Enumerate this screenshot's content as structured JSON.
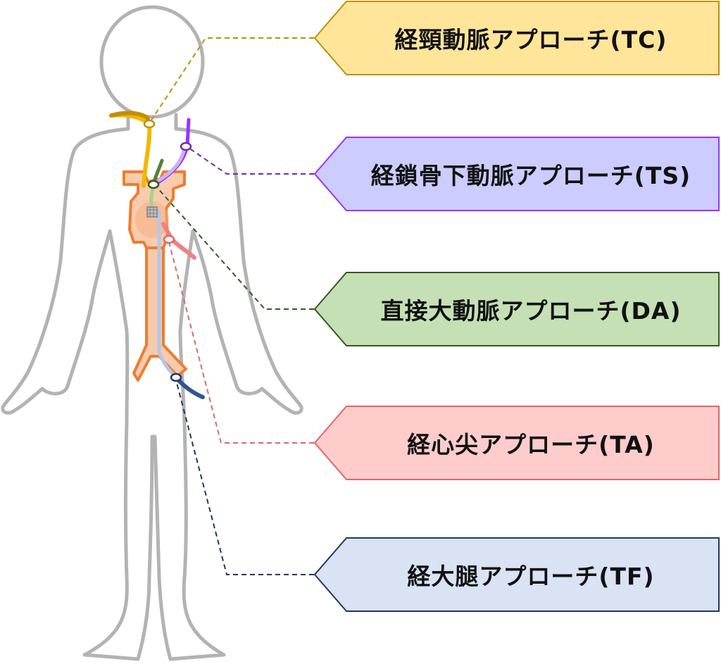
{
  "approaches": [
    {
      "id": "tc",
      "label": "経頸動脈アプローチ(TC)",
      "fill": "#ffe599",
      "stroke": "#bf9000",
      "line": "#bf9000"
    },
    {
      "id": "ts",
      "label": "経鎖骨下動脈アプローチ(TS)",
      "fill": "#ccccff",
      "stroke": "#9933ff",
      "line": "#7030a0"
    },
    {
      "id": "da",
      "label": "直接大動脈アプローチ(DA)",
      "fill": "#c5e0b4",
      "stroke": "#385723",
      "line": "#385723"
    },
    {
      "id": "ta",
      "label": "経心尖アプローチ(TA)",
      "fill": "#ffcccc",
      "stroke": "#e06666",
      "line": "#e06666"
    },
    {
      "id": "tf",
      "label": "経大腿アプローチ(TF)",
      "fill": "#dae3f3",
      "stroke": "#1f3864",
      "line": "#1f3864"
    }
  ],
  "colors": {
    "body_outline": "#b3b3b3",
    "aorta_fill": "#f8cbad",
    "aorta_stroke": "#ed7d31"
  }
}
